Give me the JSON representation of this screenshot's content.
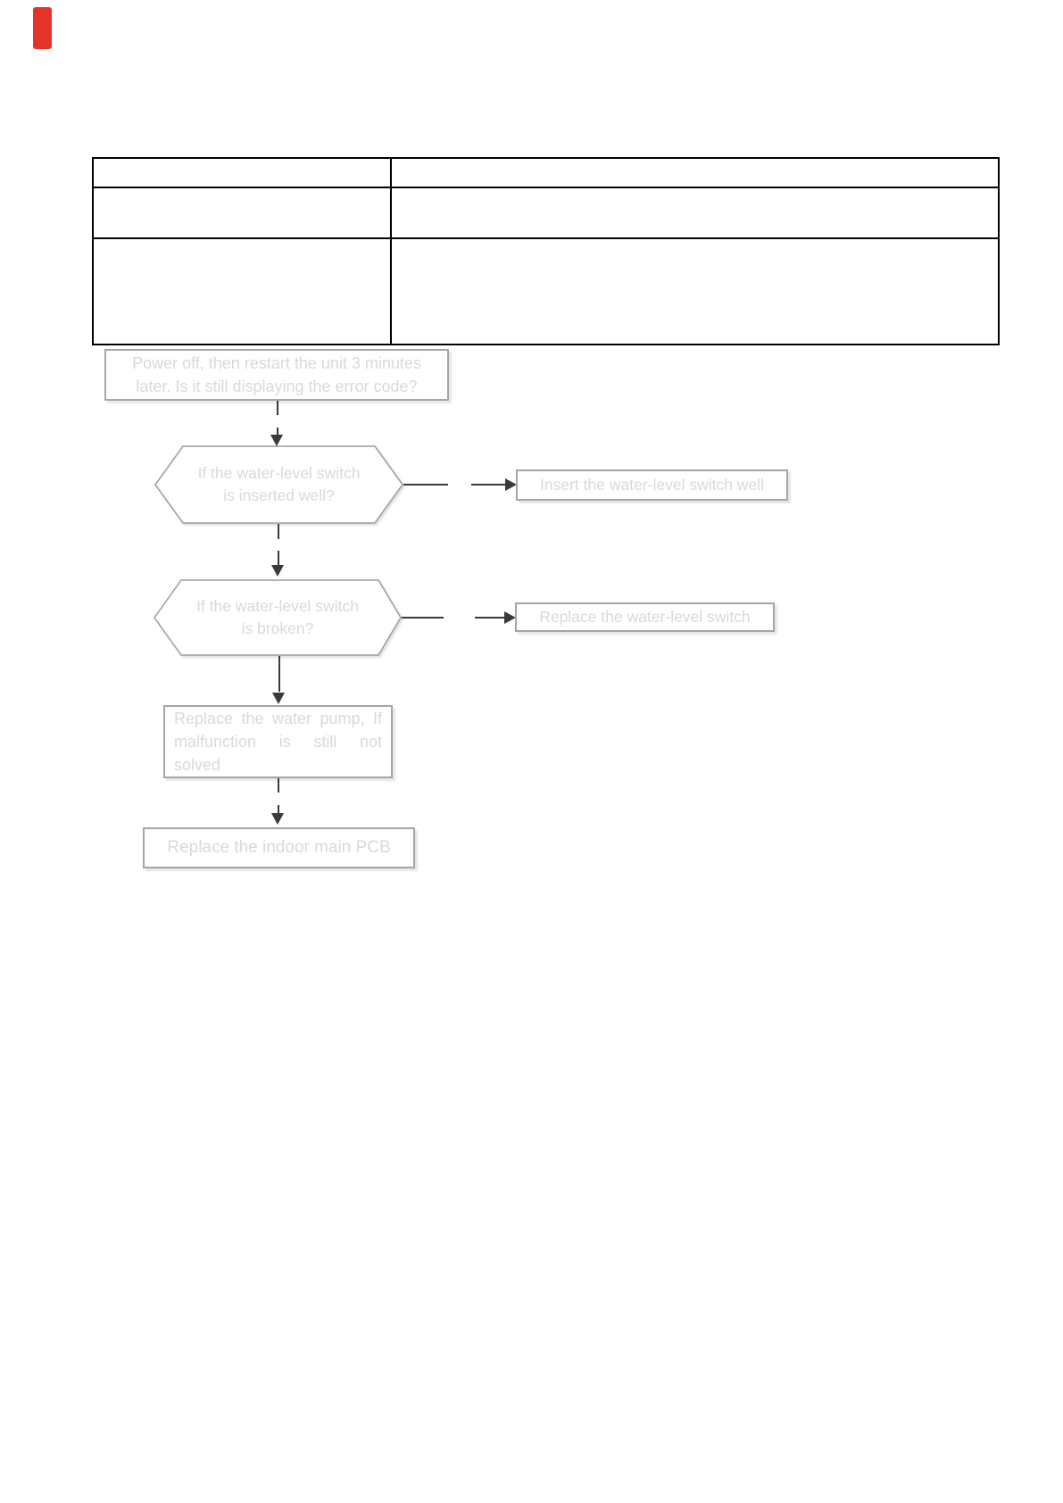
{
  "page": {
    "background": "#ffffff"
  },
  "annotation": {
    "type": "red-marker",
    "color": "#e5332a"
  },
  "table": {
    "border_color": "#000000",
    "columns": 2,
    "rows": [
      {
        "cells": [
          "",
          ""
        ]
      },
      {
        "cells": [
          "",
          ""
        ]
      },
      {
        "cells": [
          "",
          ""
        ]
      }
    ]
  },
  "flowchart": {
    "line_color": "#3a3a3a",
    "node_border_color": "#a5a5a5",
    "text_color": "#d9d9d9",
    "start": {
      "line1": "Power off, then restart the unit 3 minutes",
      "line2": "later. Is it still displaying the error code?"
    },
    "decision1": {
      "line1": "If the water-level switch",
      "line2": "is inserted well?"
    },
    "action1": {
      "label": "Insert the water-level switch well"
    },
    "decision2": {
      "line1": "If the water-level switch",
      "line2": "is broken?"
    },
    "action2": {
      "label": "Replace the water-level switch"
    },
    "step": {
      "line1": "Replace the water pump, If",
      "line2": "malfunction is still not",
      "line3": "solved"
    },
    "end": {
      "label": "Replace the indoor main PCB"
    }
  }
}
